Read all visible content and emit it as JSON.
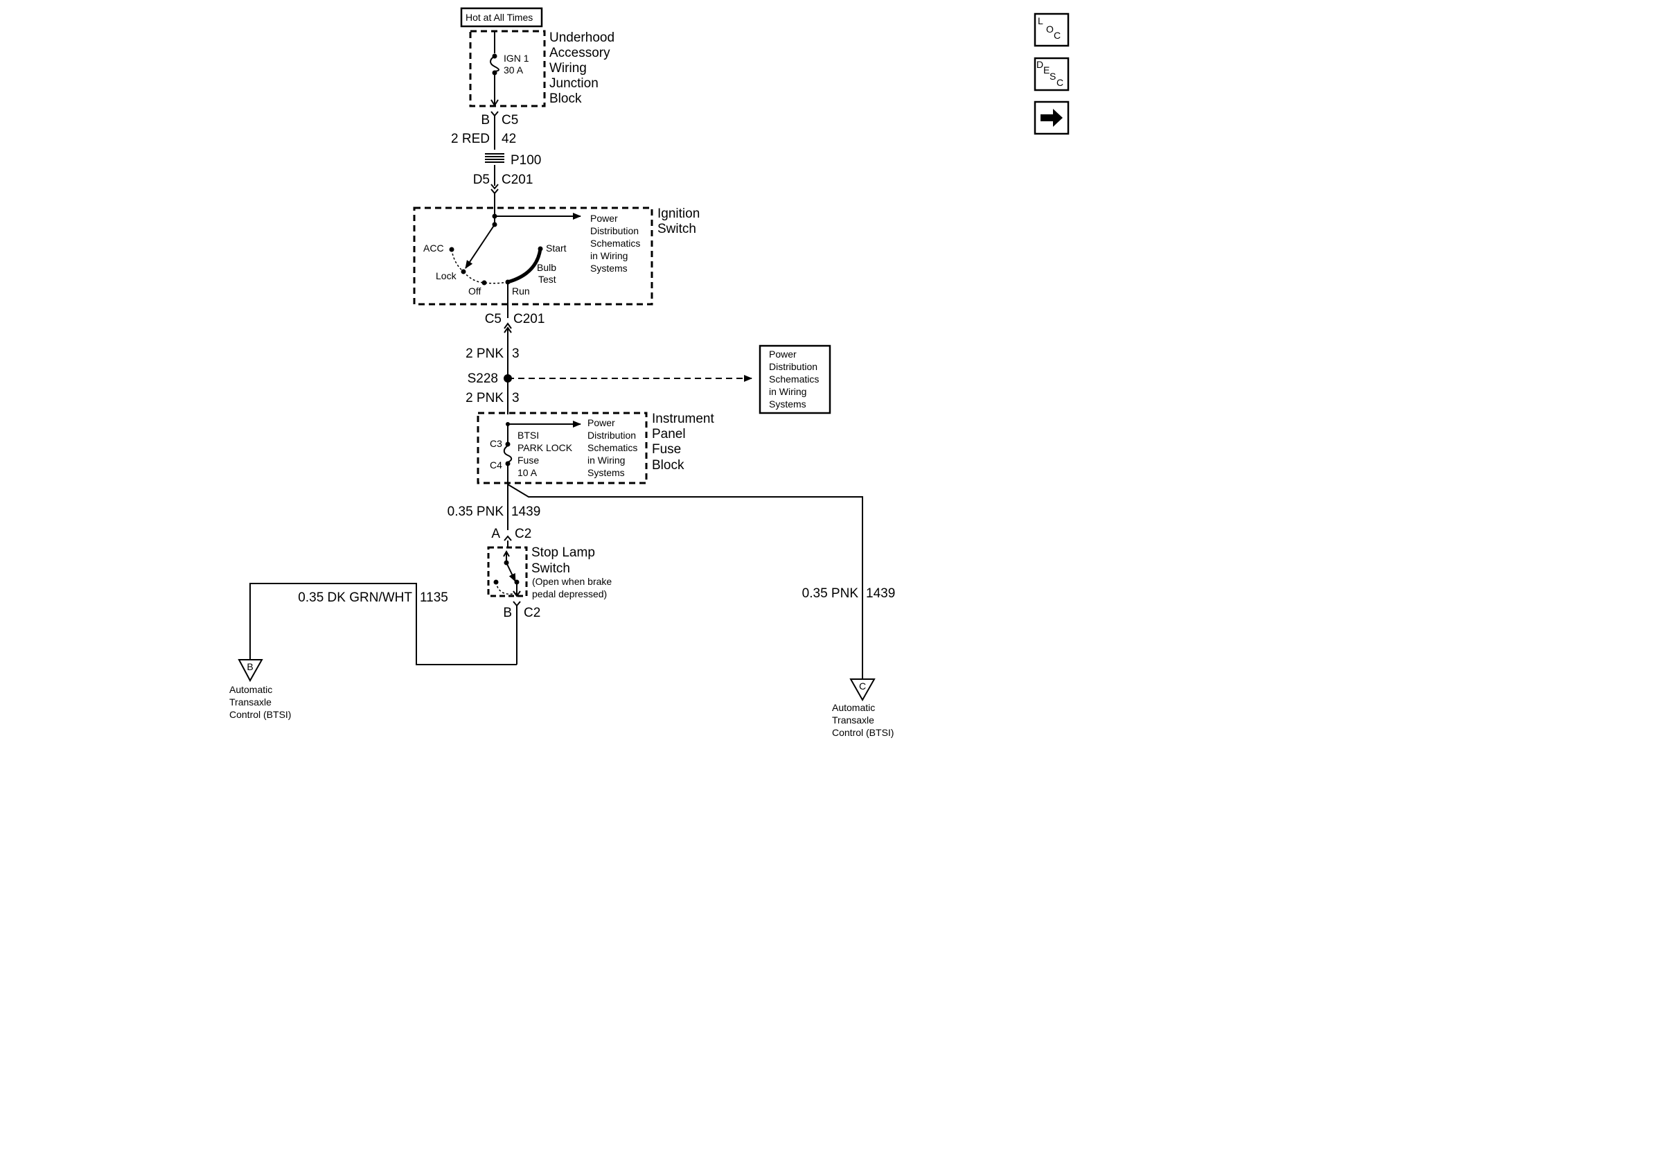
{
  "hot_label": "Hot at All Times",
  "underhood_block": {
    "name": [
      "Underhood",
      "Accessory",
      "Wiring",
      "Junction",
      "Block"
    ],
    "fuse_label": [
      "IGN 1",
      "30 A"
    ],
    "pin": "B",
    "connector": "C5"
  },
  "wire_42": {
    "spec": "2 RED",
    "circuit": "42"
  },
  "passthrough": "P100",
  "c201_top": {
    "pin": "D5",
    "connector": "C201"
  },
  "ignition_switch": {
    "name": [
      "Ignition",
      "Switch"
    ],
    "positions": {
      "acc": "ACC",
      "lock": "Lock",
      "off": "Off",
      "run": "Run",
      "start": "Start"
    },
    "bulb_test": [
      "Bulb",
      "Test"
    ],
    "ref": [
      "Power",
      "Distribution",
      "Schematics",
      "in Wiring",
      "Systems"
    ]
  },
  "c201_bottom": {
    "pin": "C5",
    "connector": "C201"
  },
  "wire_3_upper": {
    "spec": "2 PNK",
    "circuit": "3"
  },
  "splice": "S228",
  "splice_ref": [
    "Power",
    "Distribution",
    "Schematics",
    "in Wiring",
    "Systems"
  ],
  "wire_3_lower": {
    "spec": "2 PNK",
    "circuit": "3"
  },
  "ip_fuse_block": {
    "name": [
      "Instrument",
      "Panel",
      "Fuse",
      "Block"
    ],
    "fuse_label": [
      "BTSI",
      "PARK LOCK",
      "Fuse",
      "10 A"
    ],
    "pin_top": "C3",
    "pin_bottom": "C4",
    "ref": [
      "Power",
      "Distribution",
      "Schematics",
      "in Wiring",
      "Systems"
    ]
  },
  "wire_1439_main": {
    "spec": "0.35 PNK",
    "circuit": "1439"
  },
  "stop_lamp_top": {
    "pin": "A",
    "connector": "C2"
  },
  "stop_lamp_switch": {
    "name": [
      "Stop Lamp",
      "Switch"
    ],
    "note": [
      "(Open when brake",
      "pedal depressed)"
    ]
  },
  "stop_lamp_bottom": {
    "pin": "B",
    "connector": "C2"
  },
  "wire_1135": {
    "spec": "0.35 DK GRN/WHT",
    "circuit": "1135"
  },
  "wire_1439_right": {
    "spec": "0.35 PNK",
    "circuit": "1439"
  },
  "offpage_b": {
    "letter": "B",
    "label": [
      "Automatic",
      "Transaxle",
      "Control (BTSI)"
    ]
  },
  "offpage_c": {
    "letter": "C",
    "label": [
      "Automatic",
      "Transaxle",
      "Control (BTSI)"
    ]
  },
  "nav": {
    "loc": [
      "L",
      "O",
      "C"
    ],
    "desc": [
      "D",
      "E",
      "S",
      "C"
    ],
    "next_icon": "right-arrow-icon"
  }
}
